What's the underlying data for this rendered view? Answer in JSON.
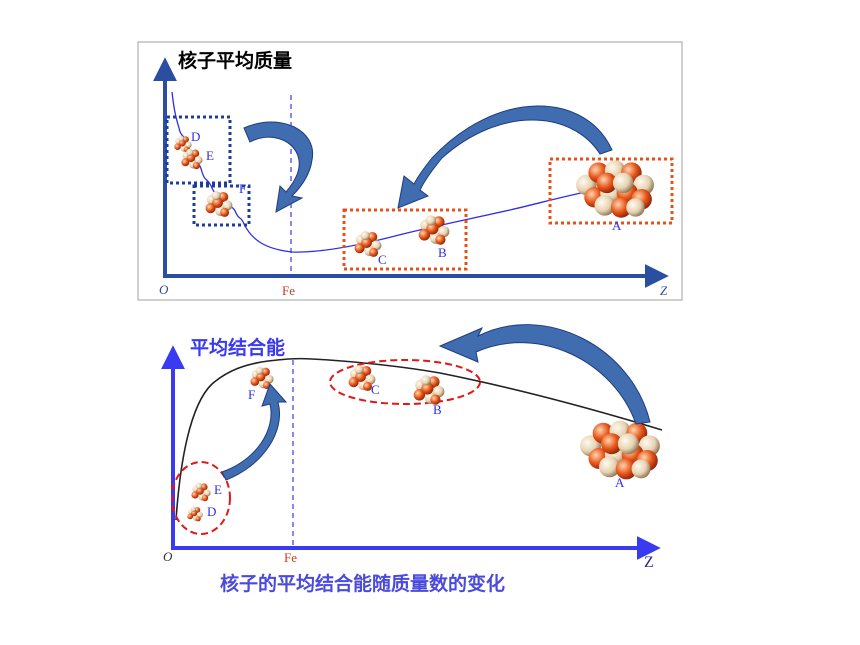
{
  "top": {
    "title": "核子平均质量",
    "origin": "O",
    "x_axis": "Z",
    "fe_label": "Fe",
    "labels": {
      "A": "A",
      "B": "B",
      "C": "C",
      "D": "D",
      "E": "E",
      "F": "F"
    }
  },
  "bottom": {
    "title": "平均结合能",
    "origin": "O",
    "x_axis": "Z",
    "fe_label": "Fe",
    "labels": {
      "A": "A",
      "B": "B",
      "C": "C",
      "D": "D",
      "E": "E",
      "F": "F"
    },
    "caption": "核子的平均结合能随质量数的变化"
  },
  "colors": {
    "axis": "#2a4ea0",
    "axis_bottom": "#3a3af0",
    "curve": "#2e2ee6",
    "fe_label": "#d03a1a",
    "orange_box": "#e8501a",
    "blue_box": "#1e3c9c",
    "red_ellipse": "#e01818",
    "arrow_fill": "#3f6db0",
    "caption": "#4a4adc"
  }
}
